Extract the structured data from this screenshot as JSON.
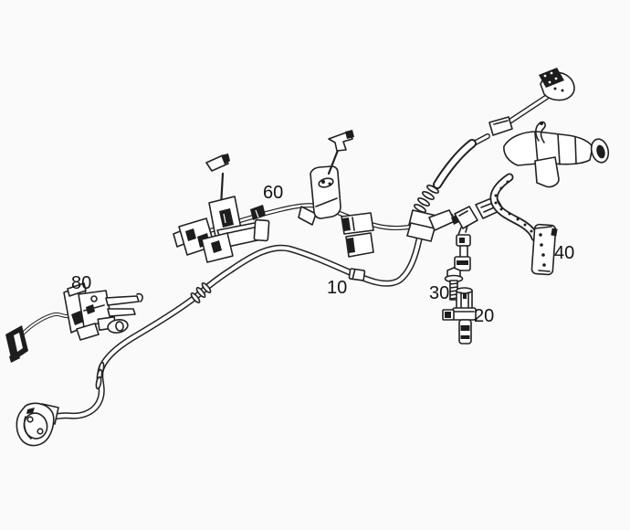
{
  "diagram": {
    "background_color": "#fafafa",
    "ink_color": "#222222",
    "label_color": "#141414"
  },
  "callouts": {
    "c10": "10",
    "c20": "20",
    "c30": "30",
    "c40": "40",
    "c60": "60",
    "c80": "80"
  }
}
